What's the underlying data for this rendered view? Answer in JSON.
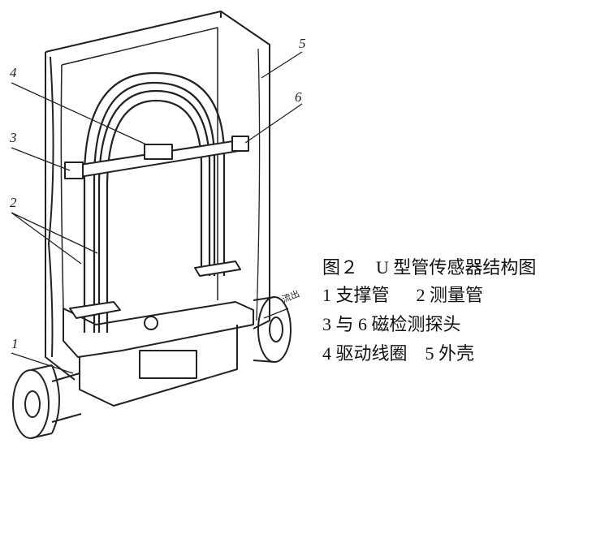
{
  "figure": {
    "part_labels": [
      "1",
      "2",
      "3",
      "4",
      "5",
      "6"
    ],
    "flow_label": "流出",
    "caption": {
      "title": "图２　U 型管传感器结构图",
      "lines": [
        "1 支撑管　  2 测量管",
        "3 与 6 磁检测探头",
        "4 驱动线圈　5 外壳"
      ]
    },
    "colors": {
      "line": "#222222",
      "background": "#ffffff"
    }
  }
}
